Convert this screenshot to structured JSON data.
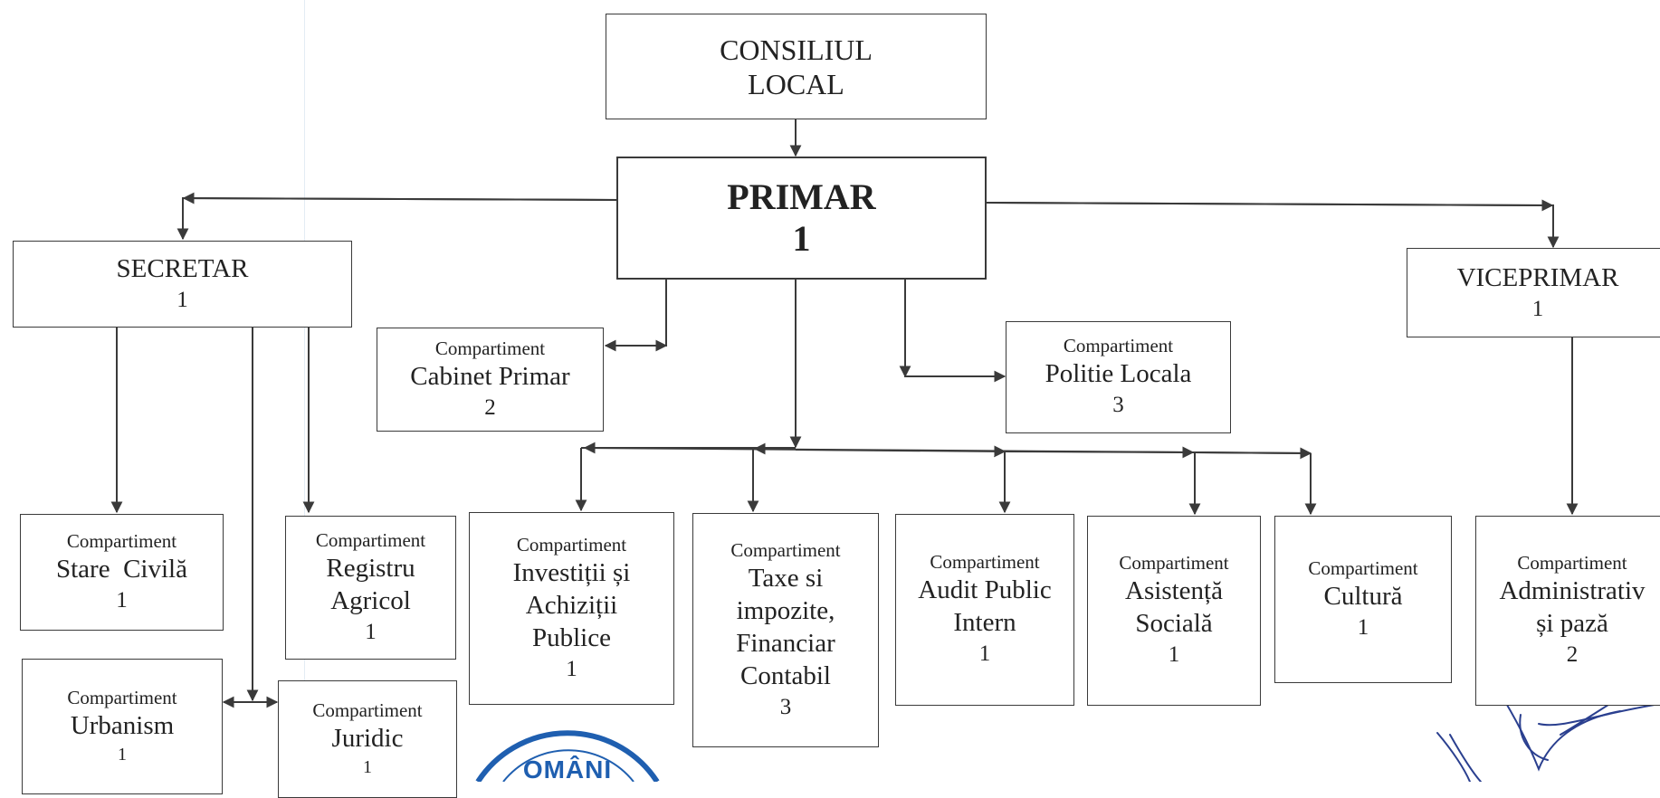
{
  "consiliul": {
    "line1": "CONSILIUL",
    "line2": "LOCAL"
  },
  "primar": {
    "title": "PRIMAR",
    "count": "1"
  },
  "secretar": {
    "title": "SECRETAR",
    "count": "1"
  },
  "viceprimar": {
    "title": "VICEPRIMAR",
    "count": "1"
  },
  "compartment_label": "Compartiment",
  "cabinet": {
    "name": "Cabinet Primar",
    "count": "2"
  },
  "politie": {
    "name": "Politie Locala",
    "count": "3"
  },
  "stare_civila": {
    "name": "Stare  Civilă",
    "count": "1"
  },
  "registru": {
    "line1": "Registru",
    "line2": "Agricol",
    "count": "1"
  },
  "urbanism": {
    "name": "Urbanism",
    "count": "1"
  },
  "juridic": {
    "name": "Juridic",
    "count": "1"
  },
  "investitii": {
    "line1": "Investiții și",
    "line2": "Achiziții",
    "line3": "Publice",
    "count": "1"
  },
  "taxe": {
    "line1": "Taxe si",
    "line2": "impozite,",
    "line3": "Financiar",
    "line4": "Contabil",
    "count": "3"
  },
  "audit": {
    "line1": "Audit Public",
    "line2": "Intern",
    "count": "1"
  },
  "asistenta": {
    "line1": "Asistență",
    "line2": "Socială",
    "count": "1"
  },
  "cultura": {
    "name": "Cultură",
    "count": "1"
  },
  "administrativ": {
    "line1": "Administrativ",
    "line2": "și pază",
    "count": "2"
  },
  "seal_text": "OMÂNI",
  "colors": {
    "line": "#3a3a3a",
    "seal": "#1f5fb0",
    "signature": "#2a3f8f"
  }
}
